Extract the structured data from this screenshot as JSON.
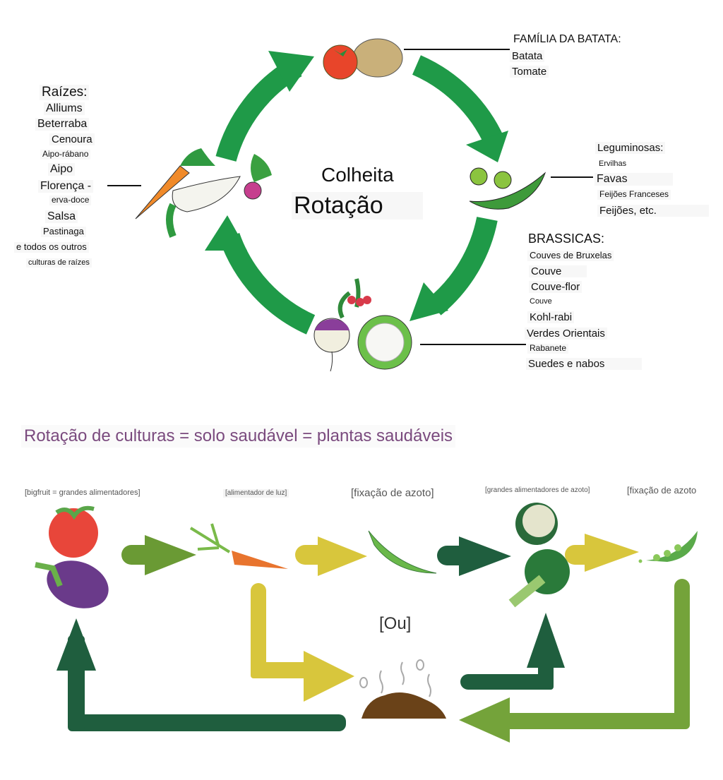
{
  "cycle": {
    "center_line1": "Colheita",
    "center_line2": "Rotação",
    "arrow_color": "#1f9a48",
    "groups": {
      "roots": {
        "heading": "Raízes:",
        "items": [
          "Alliums",
          "Beterraba",
          "Cenoura",
          "Aipo-rábano",
          "Aipo",
          "Florença -",
          "erva-doce",
          "Salsa",
          "Pastinaga",
          "e todos os outros",
          "culturas de raízes"
        ]
      },
      "potato": {
        "heading": "FAMÍLIA DA BATATA:",
        "items": [
          "Batata",
          "Tomate"
        ]
      },
      "legumes": {
        "heading": "Leguminosas:",
        "items": [
          "Ervilhas",
          "Favas",
          "Feijões Franceses",
          "Feijões, etc."
        ]
      },
      "brassicas": {
        "heading": "BRASSICAS:",
        "items": [
          "Couves de Bruxelas",
          "Couve",
          "Couve-flor",
          "Couve",
          "Kohl-rabi",
          "Verdes Orientais",
          "Rabanete",
          "Suedes e nabos"
        ]
      }
    },
    "icons": [
      "tomato-potato-icon",
      "peas-icon",
      "turnip-cauliflower-icon",
      "carrot-parsnip-beet-icon"
    ]
  },
  "flow": {
    "banner": "Rotação de culturas = solo saudável = plantas saudáveis",
    "banner_color": "#7a4a7e",
    "captions": [
      "[bigfruit = grandes alimentadores]",
      "[alimentador de luz]",
      "[fixação de azoto]",
      "[grandes alimentadores de azoto]",
      "[fixação de azoto"
    ],
    "or_label": "[Ou]",
    "colors": {
      "olive": "#6a9a34",
      "yellow": "#d8c63c",
      "dark_green": "#1f5e3e",
      "lime": "#74a33a"
    },
    "icons": [
      "tomato-eggplant-icon",
      "carrot-icon",
      "pea-pod-icon",
      "cauliflower-broccoli-icon",
      "open-pea-pod-icon",
      "compost-icon"
    ]
  }
}
